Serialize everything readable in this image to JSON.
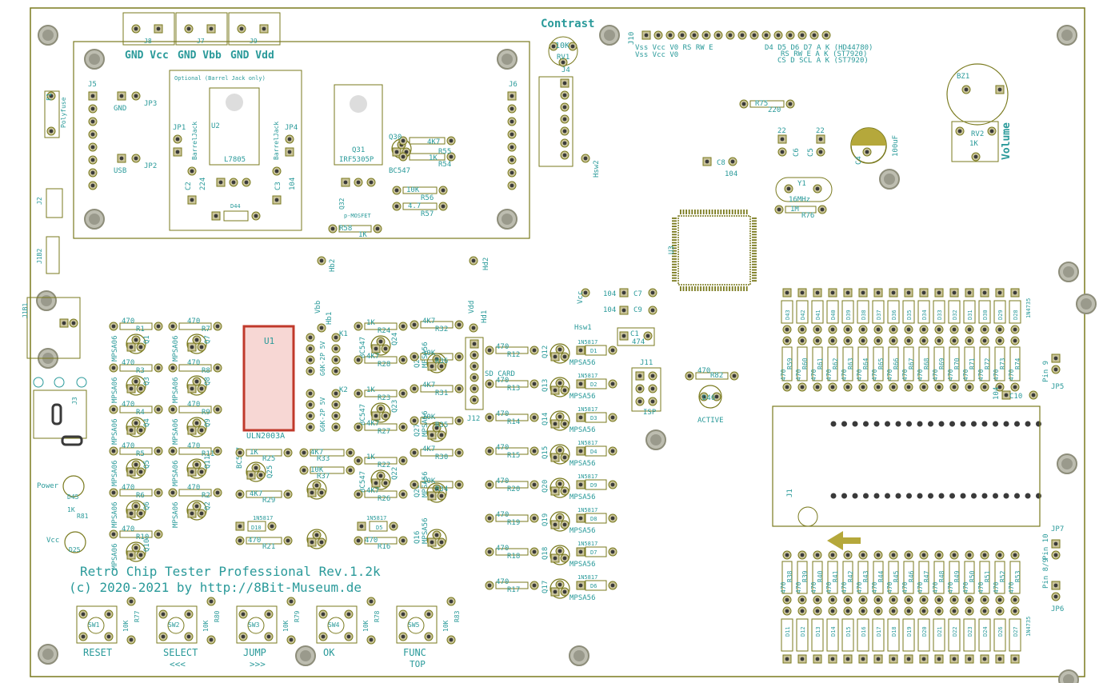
{
  "colors": {
    "outline": "#7a7a1e",
    "text": "#2a9a9a",
    "copper": "#c9c39a",
    "pad_dark": "#3a3a3a",
    "highlight": "#c0392b",
    "highlight_fill": "#f7d7d4"
  },
  "board": {
    "title": "Retro Chip Tester Professional Rev.1.2k",
    "copyright": "(c) 2020-2021 by http://8Bit-Museum.de",
    "contrast_label": "Contrast",
    "contrast_value": "10K",
    "rv1": "RV1",
    "volume_label": "Volume",
    "optional_label": "Optional (Barrel Jack only)"
  },
  "power_connectors": [
    {
      "id": "J8",
      "label": "GND Vcc"
    },
    {
      "id": "J7",
      "label": "GND Vbb"
    },
    {
      "id": "J9",
      "label": "GND Vdd"
    }
  ],
  "lcd": {
    "header": "J10",
    "line1": "Vss Vcc V0 RS RW E",
    "line2": "Vss Vcc V0",
    "right1": "D4 D5 D6 D7 A K (HD44780)",
    "right2": "RS RW E A K (ST7920)",
    "right3": "CS D SCL A K (ST7920)"
  },
  "regulator": {
    "u2": "U2",
    "part": "L7805",
    "c2": "C2",
    "c2v": "224",
    "c3": "C3",
    "c3v": "104",
    "barrel": "BarrelJack",
    "d44": "D44",
    "jp1": "JP1",
    "jp4": "JP4"
  },
  "mosfet": {
    "q31": "Q31",
    "part": "IRF5305P",
    "q32": "Q32",
    "note": "p-MOSFET",
    "q30": "Q30",
    "q30p": "BC547"
  },
  "jumpers": {
    "gnd": "GND",
    "jp3": "JP3",
    "usb": "USB",
    "jp2": "JP2",
    "j5": "J5",
    "j6": "J6",
    "f1": "F1",
    "polyfuse": "Polyfuse",
    "j2": "J2",
    "j1b2": "J1B2",
    "j1b1": "J1B1",
    "j3": "J3"
  },
  "mcu": {
    "u3": "U3",
    "y1": "Y1",
    "freq": "16MHz",
    "r76": "R76",
    "r76v": "1M",
    "r75": "R75",
    "r75v": "220",
    "c8": "C8",
    "c8v": "104",
    "c4": "C4",
    "c4v": "100uF",
    "c5": "C5",
    "c6": "C6",
    "c5v": "22",
    "c6v": "22",
    "bz1": "BZ1",
    "rv2": "RV2",
    "rv2v": "1K"
  },
  "misc": {
    "hsw2": "Hsw2",
    "hsw1": "Hsw1",
    "vcc": "Vcc",
    "c7": "C7",
    "c9": "C9",
    "c1": "C1",
    "c1v": "474",
    "c7v": "104",
    "c9v": "104",
    "j11": "J11",
    "isp": "ISP",
    "r82": "R82",
    "r82v": "470",
    "d46": "D46",
    "active": "ACTIVE",
    "j12": "J12",
    "sd": "SD CARD",
    "hb1": "Hb1",
    "hb2": "Hb2",
    "hd1": "Hd1",
    "hd2": "Hd2",
    "vbb": "Vbb",
    "vdd": "Vdd",
    "u1": "U1",
    "uln": "ULN2003A",
    "k1": "K1",
    "k2": "K2",
    "relay": "G6K-2P 5V",
    "j4": "J4",
    "c10": "C10",
    "c10v": "104",
    "j1": "J1",
    "jp5": "JP5",
    "pin9": "Pin 9",
    "jp7": "JP7",
    "pin10": "Pin 10",
    "jp6": "JP6",
    "pin89": "Pin 8/9"
  },
  "power_leds": {
    "power": "Power",
    "d45": "D45",
    "vcc": "Vcc",
    "d25": "D25",
    "r81": "R81",
    "r81v": "1K"
  },
  "buttons": [
    {
      "id": "SW1",
      "label": "RESET",
      "res": "R77"
    },
    {
      "id": "SW2",
      "label": "SELECT",
      "sub": "<<<",
      "res": "R80"
    },
    {
      "id": "SW3",
      "label": "JUMP",
      "sub": ">>>",
      "res": "R79"
    },
    {
      "id": "SW4",
      "label": "OK",
      "res": "R78"
    },
    {
      "id": "SW5",
      "label": "FUNC",
      "sub": "TOP",
      "res": "R83"
    }
  ],
  "left_q_col1": [
    "Q1",
    "Q3",
    "Q4",
    "Q5",
    "Q6",
    "Q10"
  ],
  "left_r_col1": [
    "R1",
    "R3",
    "R4",
    "R5",
    "R6",
    "R10"
  ],
  "left_q_col2": [
    "Q7",
    "Q8",
    "Q9",
    "Q11",
    "Q2"
  ],
  "left_r_col2": [
    "R7",
    "R8",
    "R9",
    "R11",
    "R2"
  ],
  "mid_q": [
    "Q24",
    "Q23",
    "Q22"
  ],
  "mid_r": [
    "R24",
    "R28",
    "R23",
    "R27",
    "R22",
    "R26"
  ],
  "right_q": [
    "Q28",
    "Q27",
    "Q26",
    "Q16"
  ],
  "right_r": [
    "R32",
    "R36",
    "R31",
    "R35",
    "R30",
    "R34"
  ],
  "diode_q": [
    "Q12",
    "Q13",
    "Q14",
    "Q15",
    "Q20",
    "Q19",
    "Q18",
    "Q17"
  ],
  "diode_d": [
    "D1",
    "D2",
    "D3",
    "D4",
    "D9",
    "D8",
    "D7",
    "D6"
  ],
  "diode_r": [
    "R12",
    "R13",
    "R14",
    "R15",
    "R20",
    "R19",
    "R18",
    "R17"
  ],
  "top_leds": [
    "D43",
    "D42",
    "D41",
    "D40",
    "D39",
    "D38",
    "D37",
    "D36",
    "D35",
    "D34",
    "D33",
    "D32",
    "D31",
    "D30",
    "D29",
    "D28"
  ],
  "top_res": [
    "R59",
    "R60",
    "R61",
    "R62",
    "R63",
    "R64",
    "R65",
    "R66",
    "R67",
    "R68",
    "R69",
    "R70",
    "R71",
    "R72",
    "R73",
    "R74"
  ],
  "bot_res": [
    "R38",
    "R39",
    "R40",
    "R41",
    "R42",
    "R43",
    "R44",
    "R45",
    "R46",
    "R47",
    "R48",
    "R49",
    "R50",
    "R51",
    "R52",
    "R53"
  ],
  "bot_leds": [
    "D11",
    "D12",
    "D13",
    "D14",
    "D15",
    "D16",
    "D17",
    "D18",
    "D19",
    "D20",
    "D21",
    "D22",
    "D23",
    "D24",
    "D26",
    "D27"
  ],
  "values": {
    "r470": "470",
    "r1k": "1K",
    "r4k7": "4K7",
    "r10k": "10K",
    "r4_7": "4.7",
    "diode": "1N5817",
    "mpsa06": "MPSA06",
    "mpsa56": "MPSA56",
    "bc547": "BC547",
    "led": "1N4735"
  }
}
